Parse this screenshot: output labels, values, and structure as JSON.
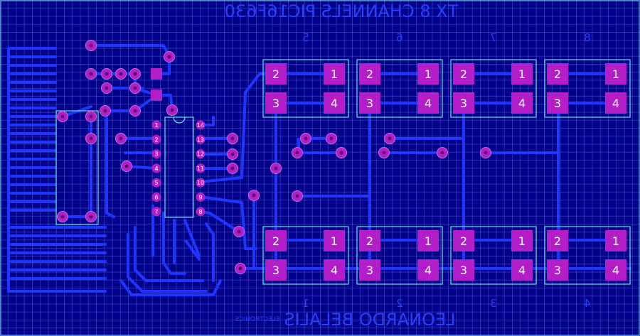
{
  "title_text": "TX 8 CHANNELS PIC16F630",
  "author_text": "LEONARDO BELALIS",
  "author_sub": "ELECTRONICS",
  "channel_labels_top": [
    "5",
    "6",
    "7",
    "8"
  ],
  "channel_labels_bottom": [
    "1",
    "2",
    "3",
    "4"
  ],
  "switch_pin_labels": [
    "2",
    "1",
    "3",
    "4"
  ],
  "ic_pins_left": [
    "1",
    "2",
    "3",
    "4",
    "5",
    "6",
    "7"
  ],
  "ic_pins_right": [
    "14",
    "13",
    "12",
    "11",
    "10",
    "9",
    "8"
  ],
  "colors": {
    "board": "#00008a",
    "grid": "#828cff",
    "trace": "#1e36ff",
    "pad": "#b41ec8",
    "silkscreen": "#64e6dc",
    "pad_text": "#ffffff"
  }
}
